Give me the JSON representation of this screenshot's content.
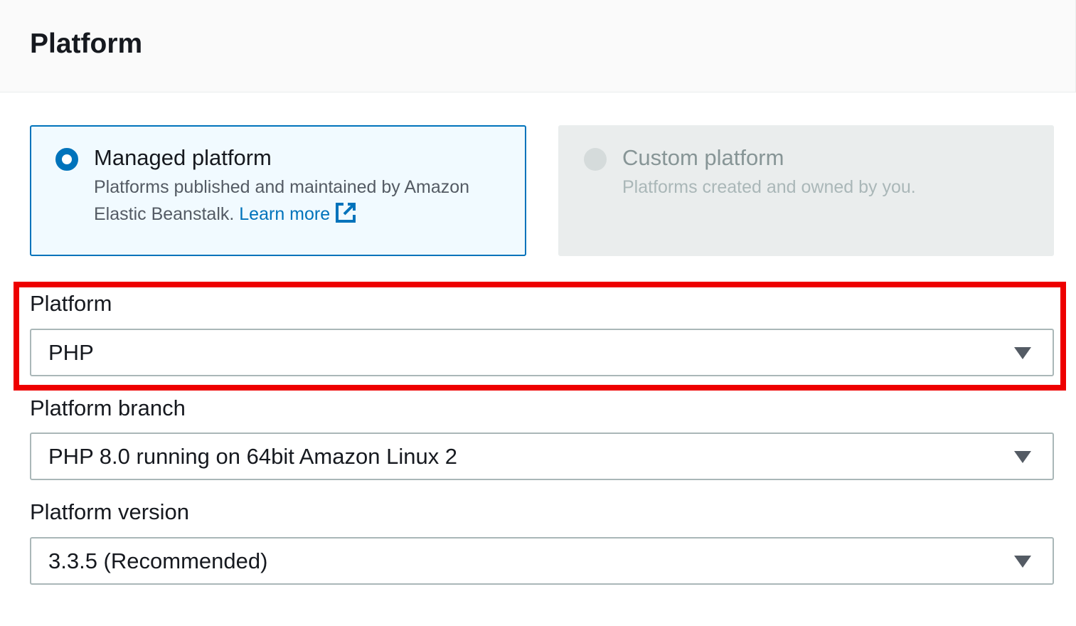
{
  "header": {
    "title": "Platform"
  },
  "platform_type": {
    "options": [
      {
        "title": "Managed platform",
        "description": "Platforms published and maintained by Amazon Elastic Beanstalk.",
        "link_label": "Learn more",
        "link_icon": "external-link-icon",
        "selected": true,
        "disabled": false
      },
      {
        "title": "Custom platform",
        "description": "Platforms created and owned by you.",
        "selected": false,
        "disabled": true
      }
    ]
  },
  "fields": {
    "platform": {
      "label": "Platform",
      "value": "PHP",
      "highlighted": true
    },
    "platform_branch": {
      "label": "Platform branch",
      "value": "PHP 8.0 running on 64bit Amazon Linux 2"
    },
    "platform_version": {
      "label": "Platform version",
      "value": "3.3.5 (Recommended)"
    }
  },
  "colors": {
    "accent": "#0073bb",
    "highlight": "#ee0000",
    "selected_tile_bg": "#f1faff",
    "disabled_tile_bg": "#eaeded"
  }
}
